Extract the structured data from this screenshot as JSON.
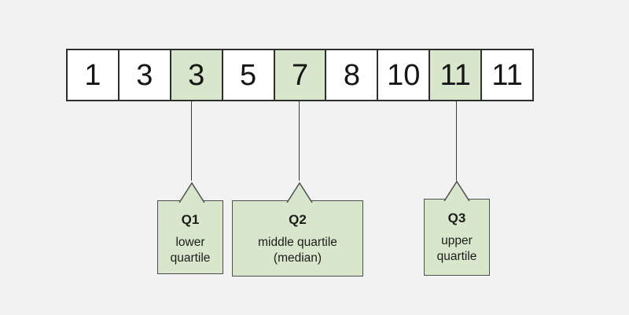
{
  "diagram": {
    "cells": [
      {
        "value": "1",
        "highlighted": false
      },
      {
        "value": "3",
        "highlighted": false
      },
      {
        "value": "3",
        "highlighted": true
      },
      {
        "value": "5",
        "highlighted": false
      },
      {
        "value": "7",
        "highlighted": true
      },
      {
        "value": "8",
        "highlighted": false
      },
      {
        "value": "10",
        "highlighted": false
      },
      {
        "value": "11",
        "highlighted": true
      },
      {
        "value": "11",
        "highlighted": false
      }
    ],
    "callouts": [
      {
        "id": "q1",
        "heading": "Q1",
        "lines": [
          "lower",
          "quartile"
        ]
      },
      {
        "id": "q2",
        "heading": "Q2",
        "lines": [
          "middle quartile",
          "(median)"
        ]
      },
      {
        "id": "q3",
        "heading": "Q3",
        "lines": [
          "upper",
          "quartile"
        ]
      }
    ],
    "colors": {
      "background": "#f2f2f2",
      "highlight_green": "#d8e7cb",
      "cell_background": "#ffffff",
      "cell_border": "#2e2e2e",
      "box_border": "#4f4f4f",
      "connector_line": "#3d3d3d",
      "text": "#1c1c1c"
    }
  }
}
